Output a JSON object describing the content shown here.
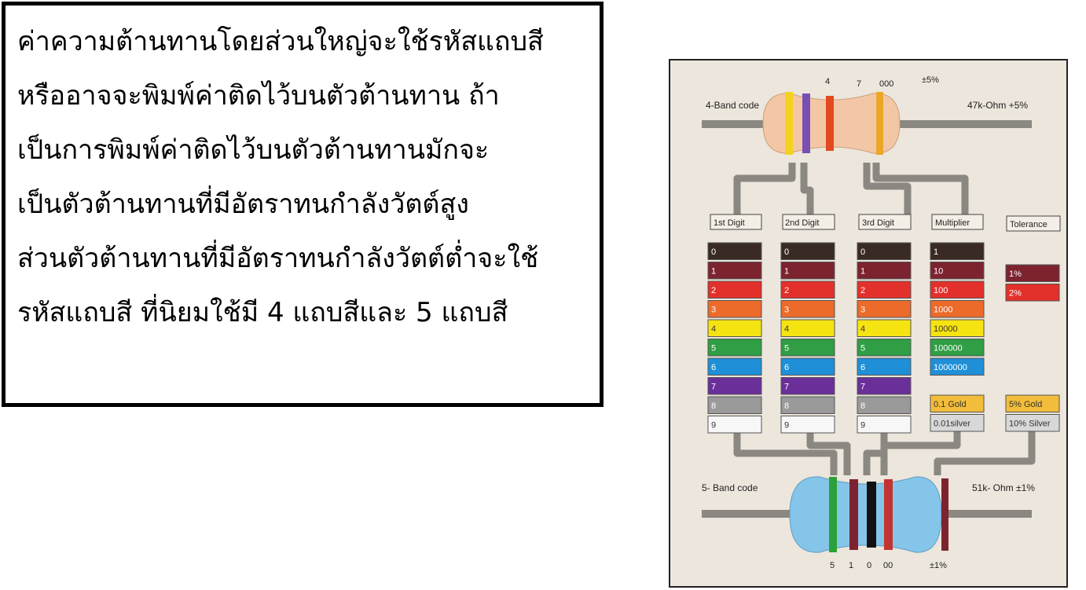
{
  "text_panel": {
    "lines": [
      "ค่าความต้านทานโดยส่วนใหญ่จะใช้รหัสแถบสี",
      "หรืออาจจะพิมพ์ค่าติดไว้บนตัวต้านทาน ถ้า",
      "เป็นการพิมพ์ค่าติดไว้บนตัวต้านทานมักจะ",
      "เป็นตัวต้านทานที่มีอัตราทนกำลังวัตต์สูง",
      "ส่วนตัวต้านทานที่มีอัตราทนกำลังวัตต์ต่ำจะใช้",
      "รหัสแถบสี ที่นิยมใช้มี 4 แถบสีและ 5 แถบสี"
    ]
  },
  "diagram": {
    "four_band": {
      "label": "4-Band code",
      "result": "47k-Ohm  +5%",
      "band_values": [
        "4",
        "7",
        "000",
        "±5%"
      ],
      "band_colors": [
        "#f4d21c",
        "#7a4fb4",
        "#e2491f",
        "#e9a72a"
      ],
      "body_color": "#f3c7a6"
    },
    "five_band": {
      "label": "5- Band code",
      "result": "51k- Ohm  ±1%",
      "band_values": [
        "5",
        "1",
        "0",
        "00",
        "±1%"
      ],
      "band_colors": [
        "#2aa13a",
        "#7d2330",
        "#111111",
        "#c2342f",
        "#7d2330"
      ],
      "body_color": "#86c5ea"
    },
    "headers": [
      "1st Digit",
      "2nd Digit",
      "3rd Digit",
      "Multiplier",
      "Tolerance"
    ],
    "digit_rows": [
      {
        "label": "0",
        "color": "#3a2a24",
        "text_color": "#ffffff"
      },
      {
        "label": "1",
        "color": "#7d2330",
        "text_color": "#ffffff"
      },
      {
        "label": "2",
        "color": "#e3302b",
        "text_color": "#ffffff"
      },
      {
        "label": "3",
        "color": "#ec6a2a",
        "text_color": "#ffffff"
      },
      {
        "label": "4",
        "color": "#f6e312",
        "text_color": "#333333"
      },
      {
        "label": "5",
        "color": "#2f9e44",
        "text_color": "#ffffff"
      },
      {
        "label": "6",
        "color": "#1f8fd8",
        "text_color": "#ffffff"
      },
      {
        "label": "7",
        "color": "#6b2f9a",
        "text_color": "#ffffff"
      },
      {
        "label": "8",
        "color": "#9a9a9a",
        "text_color": "#ffffff"
      },
      {
        "label": "9",
        "color": "#f7f7f7",
        "text_color": "#333333"
      }
    ],
    "multiplier_rows": [
      {
        "label": "1",
        "color": "#3a2a24",
        "text_color": "#ffffff"
      },
      {
        "label": "10",
        "color": "#7d2330",
        "text_color": "#ffffff"
      },
      {
        "label": "100",
        "color": "#e3302b",
        "text_color": "#ffffff"
      },
      {
        "label": "1000",
        "color": "#ec6a2a",
        "text_color": "#ffffff"
      },
      {
        "label": "10000",
        "color": "#f6e312",
        "text_color": "#333333"
      },
      {
        "label": "100000",
        "color": "#2f9e44",
        "text_color": "#ffffff"
      },
      {
        "label": "1000000",
        "color": "#1f8fd8",
        "text_color": "#ffffff"
      }
    ],
    "multiplier_extra": [
      {
        "label": "0.1 Gold",
        "color": "#f2bd3a",
        "text_color": "#333333"
      },
      {
        "label": "0.01silver",
        "color": "#d8d8d8",
        "text_color": "#333333"
      }
    ],
    "tolerance_rows": [
      {
        "label": "1%",
        "color": "#7d2330",
        "text_color": "#ffffff"
      },
      {
        "label": "2%",
        "color": "#e3302b",
        "text_color": "#ffffff"
      }
    ],
    "tolerance_extra": [
      {
        "label": "5% Gold",
        "color": "#f2bd3a",
        "text_color": "#333333"
      },
      {
        "label": "10% Silver",
        "color": "#d8d8d8",
        "text_color": "#333333"
      }
    ],
    "colors": {
      "background": "#ece6dc",
      "wire": "#8a8880",
      "wire_light": "#b9b6ae"
    }
  }
}
